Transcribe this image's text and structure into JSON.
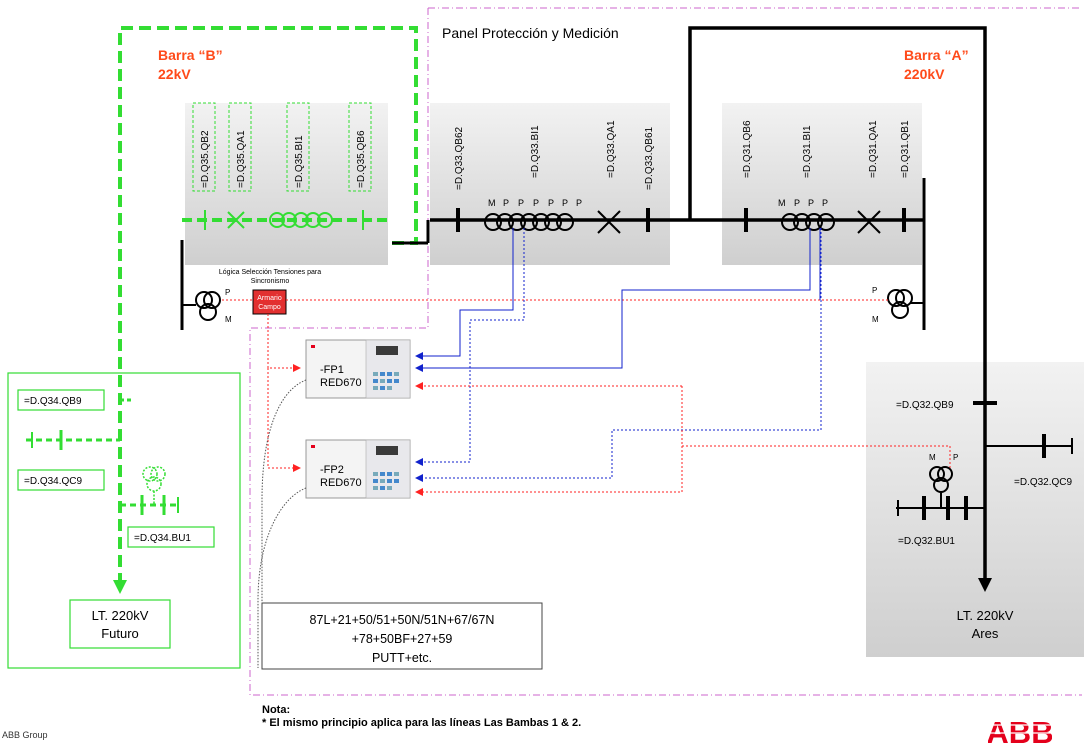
{
  "panel_title": "Panel Protección y Medición",
  "bus_b": {
    "name": "Barra “B”",
    "voltage": "22kV",
    "name_color": "#ff4a1a"
  },
  "bus_a": {
    "name": "Barra “A”",
    "voltage": "220kV",
    "name_color": "#ff4a1a"
  },
  "bay_q35_labels": [
    "=D.Q35.QB2",
    "=D.Q35.QA1",
    "=D.Q35.BI1",
    "=D.Q35.QB6"
  ],
  "bay_q33_labels": [
    "=D.Q33.QB62",
    "=D.Q33.BI1",
    "=D.Q33.QA1",
    "=D.Q33.QB61"
  ],
  "bay_q31_labels": [
    "=D.Q31.QB6",
    "=D.Q31.BI1",
    "=D.Q31.QA1",
    "=D.Q31.QB1"
  ],
  "ct_q33_cores": [
    "M",
    "P",
    "P",
    "P",
    "P",
    "P",
    "P"
  ],
  "ct_q31_cores": [
    "M",
    "P",
    "P",
    "P"
  ],
  "sync_logic_label": [
    "Lógica Selección Tensiones para",
    "Sincronismo"
  ],
  "field_cabinet": [
    "Armario",
    "Campo"
  ],
  "vt_left_cores": [
    "P",
    "M"
  ],
  "vt_right_cores": [
    "P",
    "M"
  ],
  "vt_q32_cores": [
    "M",
    "P"
  ],
  "relays": [
    {
      "designation": "-FP1",
      "model": "RED670"
    },
    {
      "designation": "-FP2",
      "model": "RED670"
    }
  ],
  "bay_q34_labels": {
    "disconnector": "=D.Q34.QB9",
    "earth_switch": "=D.Q34.QC9",
    "vt": "=D.Q34.BU1"
  },
  "line_future": [
    "LT. 220kV",
    "Futuro"
  ],
  "bay_q32_labels": {
    "disconnector": "=D.Q32.QB9",
    "earth_switch": "=D.Q32.QC9",
    "vt": "=D.Q32.BU1"
  },
  "line_ares": [
    "LT. 220kV",
    "Ares"
  ],
  "protection_functions": [
    "87L+21+50/51+50N/51N+67/67N",
    "+78+50BF+27+59",
    "PUTT+etc."
  ],
  "note": {
    "title": "Nota:",
    "text": "* El mismo principio aplica para las líneas Las Bambas 1 & 2."
  },
  "footer_left": "ABB Group",
  "logo_text": "ABB",
  "colors": {
    "green": "#33dd33",
    "blue": "#1122cc",
    "red": "#ff2222",
    "panel": "#dcdcdc",
    "magenta": "#cc66cc",
    "abb": "#e4001b"
  }
}
